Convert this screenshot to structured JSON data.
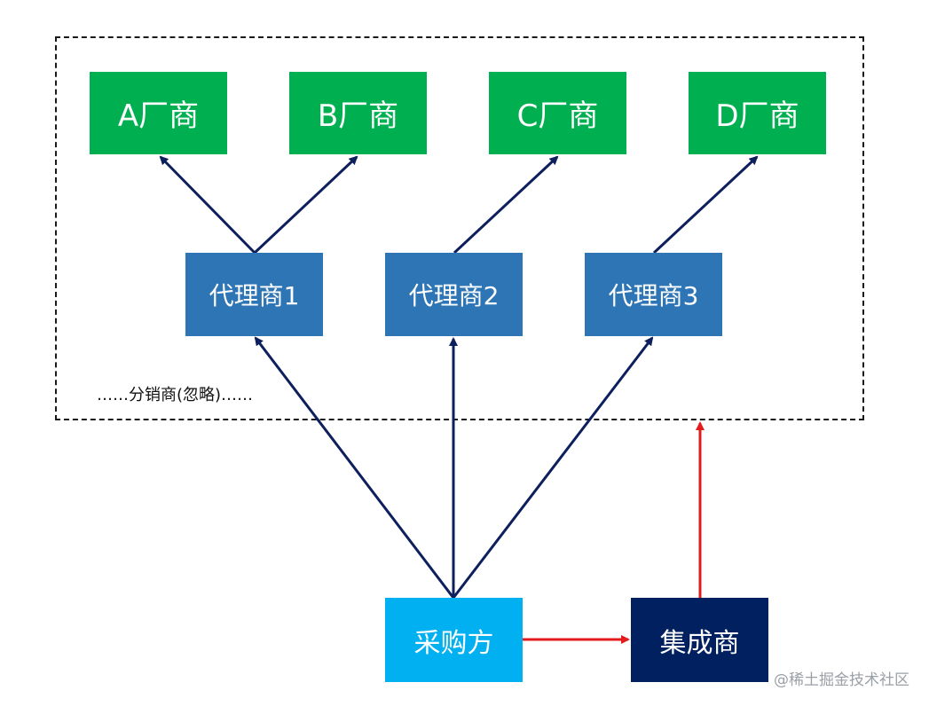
{
  "vendors": [
    {
      "label": "A厂商"
    },
    {
      "label": "B厂商"
    },
    {
      "label": "C厂商"
    },
    {
      "label": "D厂商"
    }
  ],
  "agents": [
    {
      "label": "代理商1"
    },
    {
      "label": "代理商2"
    },
    {
      "label": "代理商3"
    }
  ],
  "buyer": {
    "label": "采购方"
  },
  "integrator": {
    "label": "集成商"
  },
  "distributor_note": "……分销商(忽略)……",
  "watermark": "@稀土掘金技术社区",
  "colors": {
    "vendor": "#00b050",
    "agent": "#2e75b6",
    "buyer": "#00b0f0",
    "integrator": "#002060",
    "arrow_dark": "#0d1f5c",
    "arrow_red": "#e31b1b"
  }
}
